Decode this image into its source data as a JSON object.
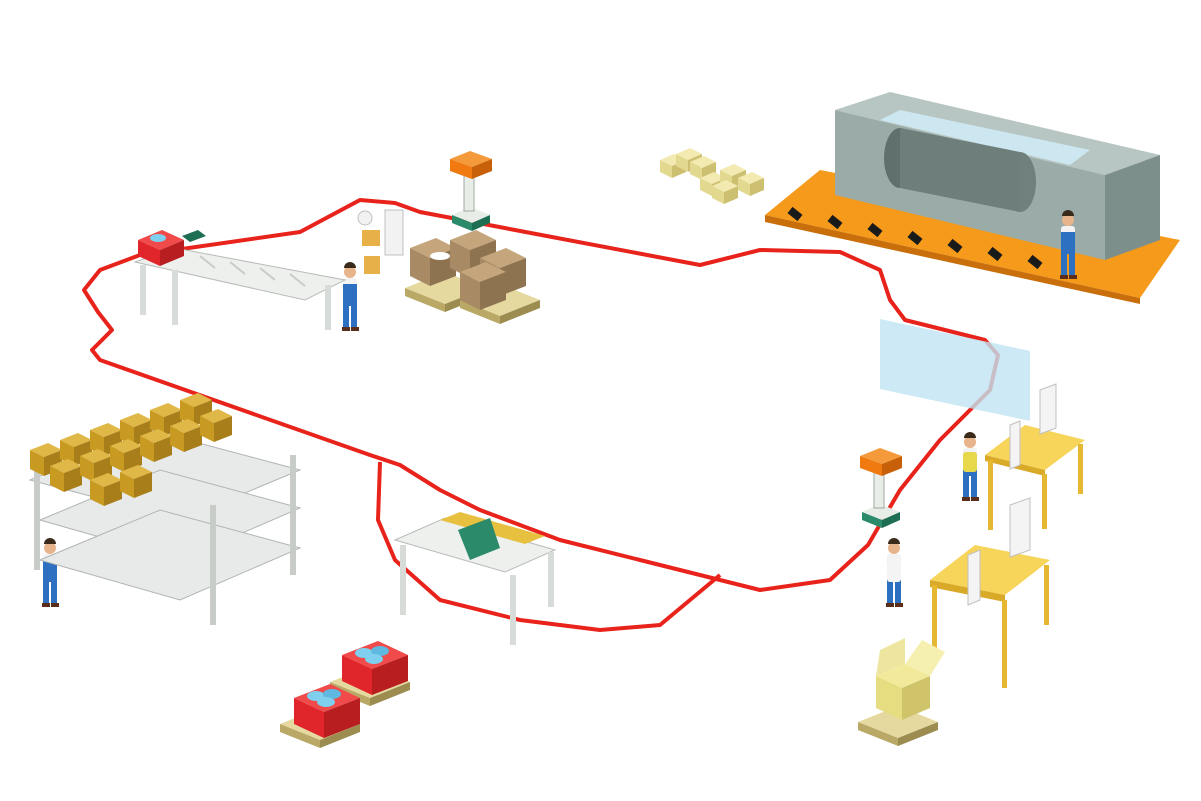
{
  "scene": {
    "type": "isometric-factory-illustration",
    "background": "#ffffff",
    "colors": {
      "agv_track": "#e8231b",
      "cardboard": "#a88a64",
      "gold_box": "#c99a22",
      "red_crate": "#e0262b",
      "workwear_blue": "#2d6fc0",
      "table_yellow": "#f2c23a",
      "mat_orange": "#f59a1a",
      "machine_gray": "#9aaba8",
      "crate_orange": "#f07a10",
      "pallet_wood": "#d8c98a"
    },
    "objects": [
      "agv-track-loop",
      "cnc-lathe-machine",
      "orange-safety-mat",
      "agv-robot-crate-top",
      "agv-robot-crate-right",
      "robotic-arm",
      "roller-conveyor",
      "gantry-conveyor",
      "storage-rack",
      "cardboard-box-pallets",
      "red-crate-pallets",
      "open-box-pallet",
      "yellow-workstations",
      "workers"
    ]
  }
}
